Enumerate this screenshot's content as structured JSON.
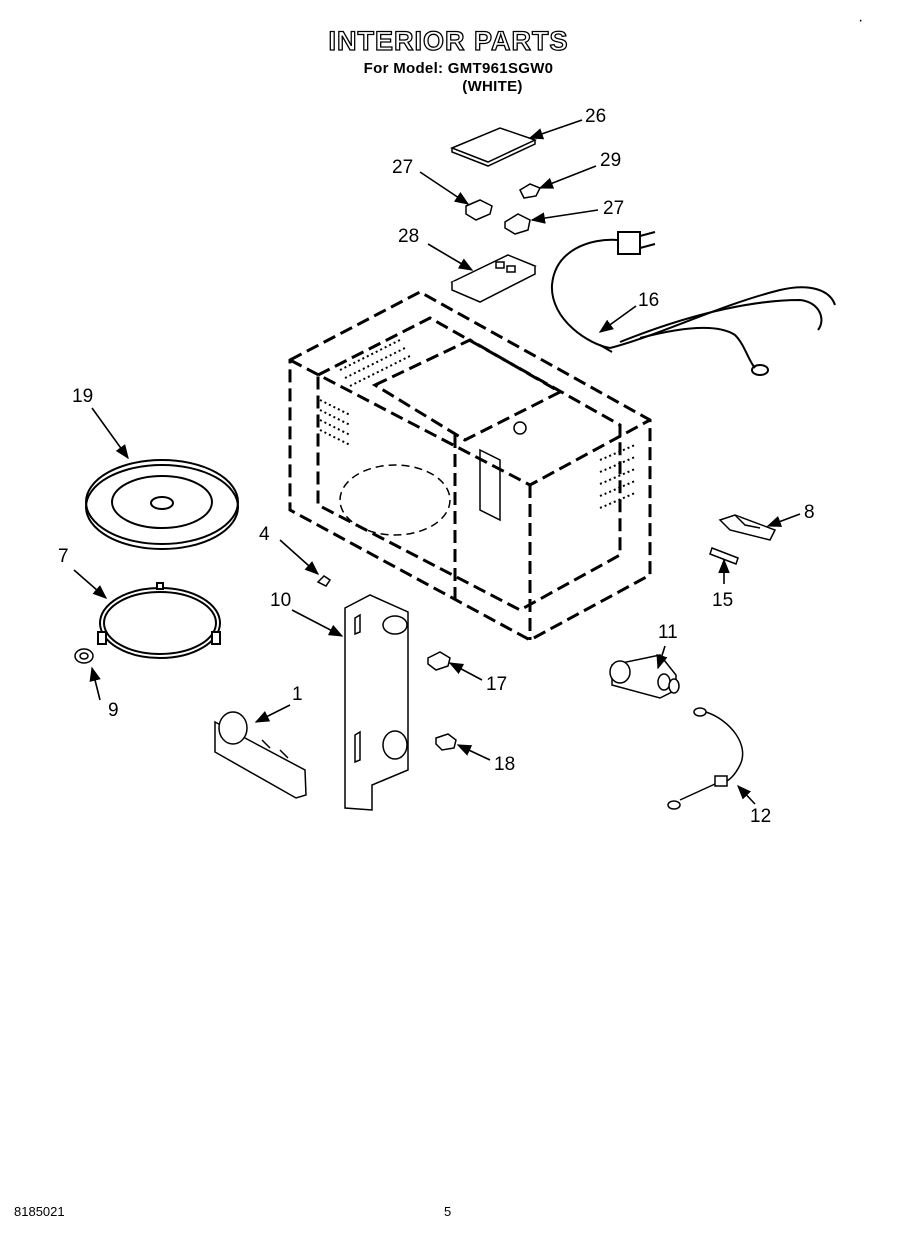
{
  "title": "INTERIOR PARTS",
  "subtitle_model": "For Model: GMT961SGW0",
  "subtitle_color": "(WHITE)",
  "footer_code": "8185021",
  "page_number": "5",
  "corner_mark": "·",
  "parts": {
    "p1": "1",
    "p4": "4",
    "p7": "7",
    "p8": "8",
    "p9": "9",
    "p10": "10",
    "p11": "11",
    "p12": "12",
    "p15": "15",
    "p16": "16",
    "p17": "17",
    "p18": "18",
    "p19": "19",
    "p26": "26",
    "p27a": "27",
    "p27b": "27",
    "p28": "28",
    "p29": "29"
  }
}
